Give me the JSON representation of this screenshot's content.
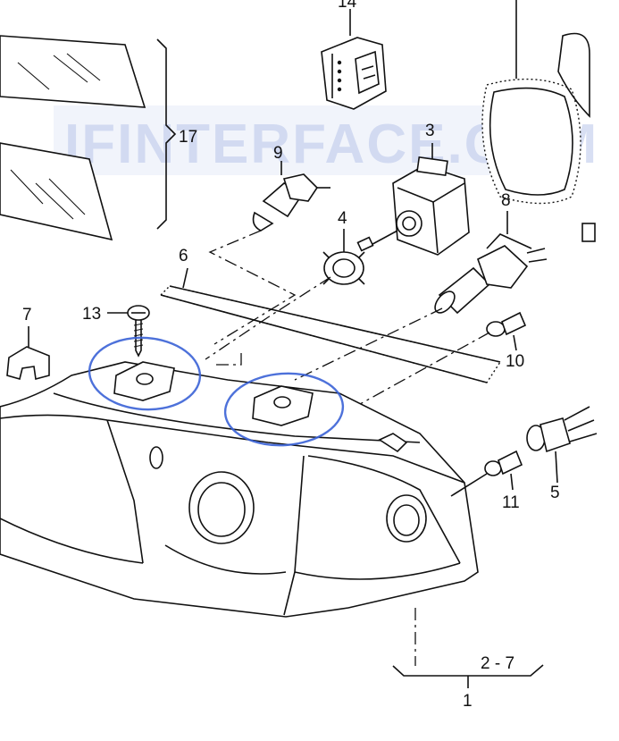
{
  "watermark": "IFINTERFACE.COM",
  "callouts": {
    "c14": "14",
    "c17": "17",
    "c3": "3",
    "c9": "9",
    "c4": "4",
    "c8": "8",
    "c6": "6",
    "c7": "7",
    "c13": "13",
    "c10": "10",
    "c11": "11",
    "c5": "5",
    "c2_7": "2 - 7",
    "c1": "1"
  },
  "highlight_color": "#3a62d6"
}
